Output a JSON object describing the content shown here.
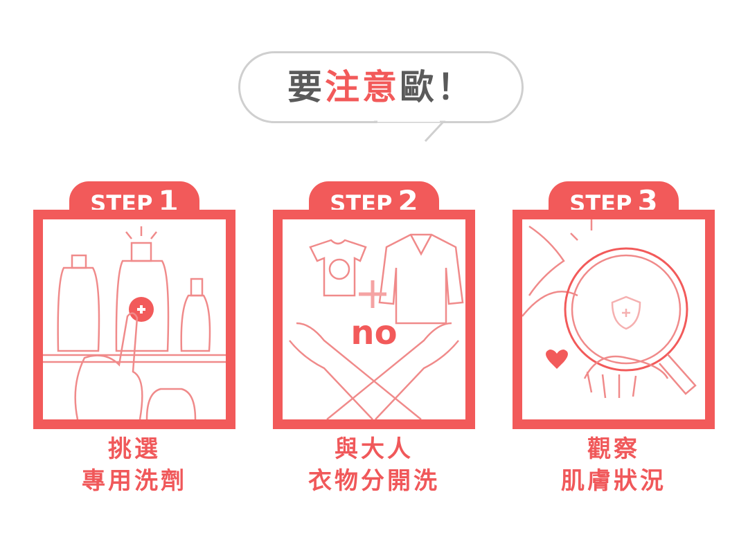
{
  "header": {
    "title_parts": [
      "要",
      "注意",
      "歐！"
    ]
  },
  "steps": [
    {
      "label": "STEP",
      "number": "1",
      "caption_line1": "挑選",
      "caption_line2": "專用洗劑"
    },
    {
      "label": "STEP",
      "number": "2",
      "caption_line1": "與大人",
      "caption_line2": "衣物分開洗",
      "illustration_text": "no"
    },
    {
      "label": "STEP",
      "number": "3",
      "caption_line1": "觀察",
      "caption_line2": "肌膚狀況"
    }
  ],
  "colors": {
    "accent": "#f25a5a",
    "bubble_border": "#cfcfcf",
    "title_gray": "#5a5a5a"
  }
}
